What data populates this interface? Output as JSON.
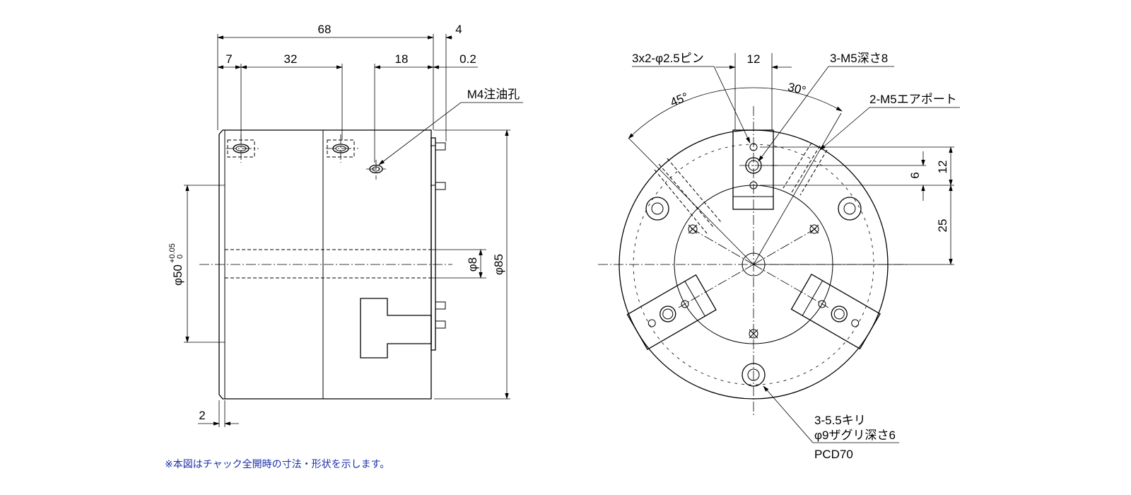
{
  "side_view": {
    "dims": {
      "overall_length": "68",
      "flange": "4",
      "d7": "7",
      "d32": "32",
      "d18": "18",
      "d02": "0.2",
      "d2": "2",
      "bore_dia": "φ50",
      "tol_upper": "+0.05",
      "tol_lower": "0",
      "shaft_dia": "φ8",
      "body_dia": "φ85"
    },
    "labels": {
      "oil_hole": "M4注油孔"
    }
  },
  "front_view": {
    "dims": {
      "width_12": "12",
      "angle_45": "45°",
      "angle_30": "30°",
      "d6": "6",
      "d12v": "12",
      "d25": "25"
    },
    "labels": {
      "pin": "3x2-φ2.5ピン",
      "m5_depth": "3-M5深さ8",
      "air_port": "2-M5エアポート",
      "drill_1": "3-5.5キリ",
      "drill_2": "φ9ザグリ深さ6",
      "drill_3": "PCD70"
    }
  },
  "footnote": "※本図はチャック全開時の寸法・形状を示します。"
}
